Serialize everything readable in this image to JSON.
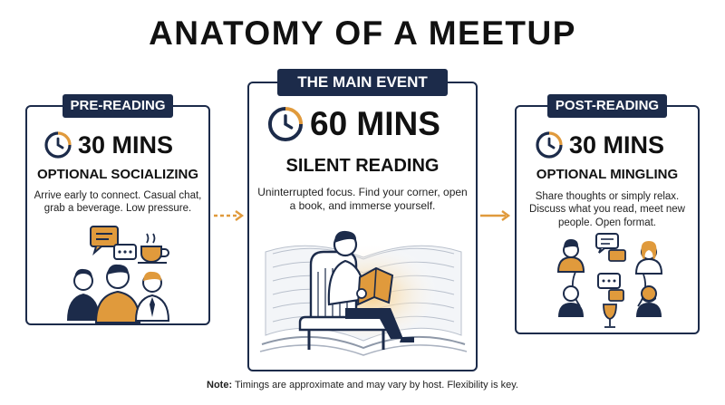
{
  "title": "ANATOMY OF A MEETUP",
  "colors": {
    "navy": "#1c2b4a",
    "accent": "#e09a3c"
  },
  "stages": [
    {
      "badge": "PRE-READING",
      "duration": "30 MINS",
      "subtitle": "OPTIONAL SOCIALIZING",
      "description": "Arrive early to connect. Casual chat, grab a beverage. Low pressure.",
      "icons": [
        "clock-icon",
        "chat-bubbles-icon",
        "coffee-cup-icon",
        "people-group-icon"
      ]
    },
    {
      "badge": "THE MAIN EVENT",
      "duration": "60 MINS",
      "subtitle": "SILENT READING",
      "description": "Uninterrupted focus. Find your corner, open a book, and immerse yourself.",
      "icons": [
        "clock-icon",
        "reader-in-armchair-icon",
        "open-book-icon"
      ]
    },
    {
      "badge": "POST-READING",
      "duration": "30 MINS",
      "subtitle": "OPTIONAL MINGLING",
      "description": "Share thoughts or simply relax. Discuss what you read, meet new people. Open format.",
      "icons": [
        "clock-icon",
        "conversation-circle-icon",
        "wine-glass-icon"
      ]
    }
  ],
  "note": {
    "label": "Note:",
    "text": " Timings are approximate and may vary by host. Flexibility is key."
  }
}
